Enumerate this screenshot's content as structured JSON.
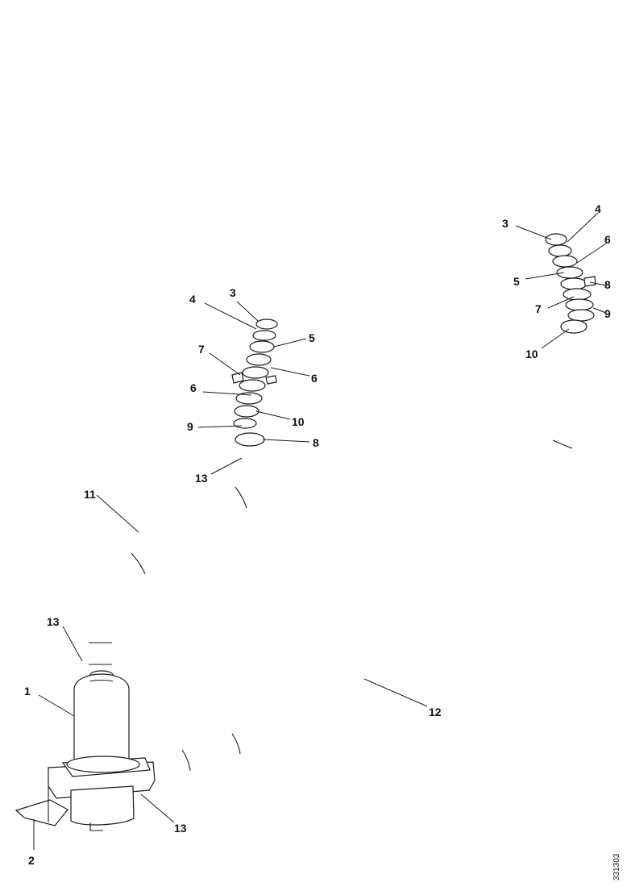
{
  "callouts": {
    "c1": "1",
    "c2": "2",
    "l3": "3",
    "l4": "4",
    "l5": "5",
    "l6a": "6",
    "l7": "7",
    "l6b": "6",
    "l9": "9",
    "l10": "10",
    "l8": "8",
    "l13a": "13",
    "l11": "11",
    "r3": "3",
    "r4": "4",
    "r6": "6",
    "r5": "5",
    "r8": "8",
    "r7": "7",
    "r9": "9",
    "r10": "10",
    "c13b": "13",
    "c12": "12",
    "c13c": "13"
  },
  "figure_ref": "331303"
}
